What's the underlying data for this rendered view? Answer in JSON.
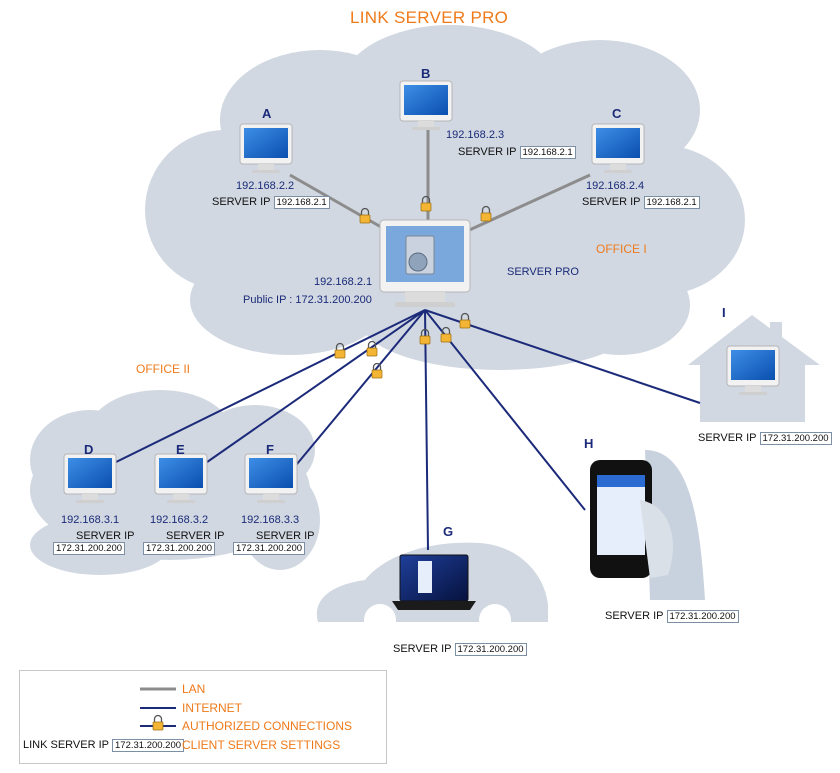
{
  "title": "LINK SERVER PRO",
  "server": {
    "label": "SERVER PRO",
    "lan_ip": "192.168.2.1",
    "public_ip_label": "Public IP : 172.31.200.200"
  },
  "offices": {
    "office1": "OFFICE I",
    "office2": "OFFICE II"
  },
  "server_ip_label": "SERVER IP",
  "nodes": [
    {
      "id": "A",
      "ip": "192.168.2.2",
      "server_ip": "192.168.2.1"
    },
    {
      "id": "B",
      "ip": "192.168.2.3",
      "server_ip": "192.168.2.1"
    },
    {
      "id": "C",
      "ip": "192.168.2.4",
      "server_ip": "192.168.2.1"
    },
    {
      "id": "D",
      "ip": "192.168.3.1",
      "server_ip": "172.31.200.200"
    },
    {
      "id": "E",
      "ip": "192.168.3.2",
      "server_ip": "172.31.200.200"
    },
    {
      "id": "F",
      "ip": "192.168.3.3",
      "server_ip": "172.31.200.200"
    },
    {
      "id": "G",
      "ip": "",
      "server_ip": "172.31.200.200"
    },
    {
      "id": "H",
      "ip": "",
      "server_ip": "172.31.200.200"
    },
    {
      "id": "I",
      "ip": "",
      "server_ip": "172.31.200.200"
    }
  ],
  "legend": {
    "lan": "LAN",
    "internet": "INTERNET",
    "authorized": "AUTHORIZED CONNECTIONS",
    "client_settings": "CLIENT SERVER SETTINGS",
    "link_server_ip_label": "LINK SERVER IP",
    "link_server_ip": "172.31.200.200"
  },
  "colors": {
    "lan": "#8c8c8c",
    "internet": "#1c2a7a",
    "accent": "#ef7a1a",
    "cloud": "#d1d8e2"
  }
}
